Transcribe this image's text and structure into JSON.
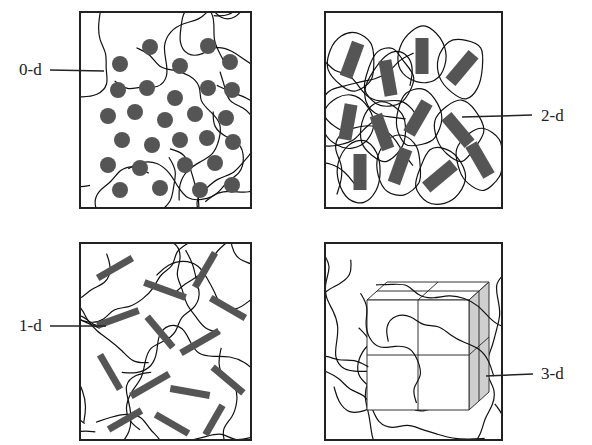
{
  "diagram": {
    "labels": [
      "0-d",
      "2-d",
      "1-d",
      "3-d"
    ]
  }
}
